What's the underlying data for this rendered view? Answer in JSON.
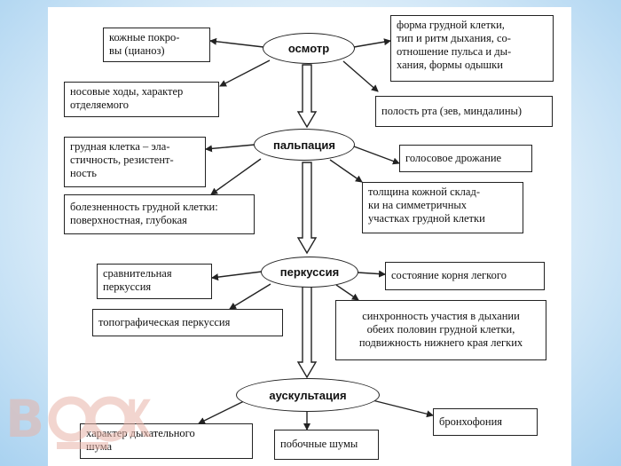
{
  "nodes": {
    "osmotr": "осмотр",
    "palpaciya": "пальпация",
    "perkussiya": "перкуссия",
    "auskultaciya": "аускультация"
  },
  "boxes": {
    "kozhnye": "кожные покро-\nвы (цианоз)",
    "nosovye": "носовые ходы, характер\nотделяемого",
    "forma": "форма грудной клетки,\nтип и ритм дыхания, со-\nотношение пульса и ды-\nхания, формы одышки",
    "polost": "полость рта (зев, миндалины)",
    "grudnaya": "грудная клетка – эла-\nстичность, резистент-\nность",
    "golosovoe": "голосовое дрожание",
    "bolezn": "болезненность грудной клетки:\nповерхностная, глубокая",
    "tolshchina": "толщина кожной склад-\nки на симметричных\nучастках грудной клетки",
    "sravnit": "сравнительная\nперкуссия",
    "sostoyanie": "состояние корня легкого",
    "topograf": "топографическая перкуссия",
    "sinhronnost": "синхронность участия в дыхании\nобеих половин грудной клетки,\nподвижность нижнего края легких",
    "harakter": "характер дыхательного\nшума",
    "pobochnye": "побочные шумы",
    "bronho": "бронхофония"
  },
  "watermark": "BOOK",
  "colors": {
    "background_edge": "#a9d2f0",
    "line": "#222222",
    "watermark": "#e8b4a8"
  }
}
